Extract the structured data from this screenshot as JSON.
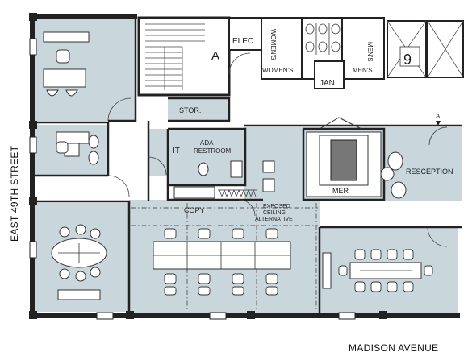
{
  "streets": {
    "west": "EAST 49TH STREET",
    "south": "MADISON AVENUE"
  },
  "rooms": {
    "stair": "A",
    "elec": "ELEC",
    "womens_top": "WOMEN'S",
    "womens_inner": "WOMEN'S",
    "mens_top": "MEN'S",
    "mens_inner": "MEN'S",
    "jan": "JAN",
    "elevator": "9",
    "stor": "STOR.",
    "it": "IT",
    "ada_line1": "ADA",
    "ada_line2": "RESTROOM",
    "mer": "MER",
    "reception": "RESCEPTION",
    "copy": "COPY",
    "ceiling_line1": "EXPOSED",
    "ceiling_line2": "CEILING",
    "ceiling_line3": "ALTERNATIVE",
    "north_marker": "A"
  },
  "colors": {
    "room_fill": "#c9d6dc",
    "wall": "#222222",
    "paper": "#ffffff"
  }
}
